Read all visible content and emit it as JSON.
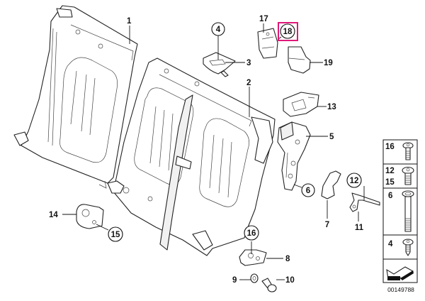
{
  "diagram": {
    "title": "Rear seat backrest frame – exploded parts diagram",
    "highlight_color": "#e0187a",
    "callouts": [
      {
        "id": "1",
        "label": "1",
        "circled": false,
        "highlighted": false
      },
      {
        "id": "2",
        "label": "2",
        "circled": false,
        "highlighted": false
      },
      {
        "id": "3",
        "label": "3",
        "circled": false,
        "highlighted": false
      },
      {
        "id": "4",
        "label": "4",
        "circled": true,
        "highlighted": false
      },
      {
        "id": "5",
        "label": "5",
        "circled": false,
        "highlighted": false
      },
      {
        "id": "6",
        "label": "6",
        "circled": true,
        "highlighted": false
      },
      {
        "id": "7",
        "label": "7",
        "circled": false,
        "highlighted": false
      },
      {
        "id": "8",
        "label": "8",
        "circled": false,
        "highlighted": false
      },
      {
        "id": "9",
        "label": "9",
        "circled": false,
        "highlighted": false
      },
      {
        "id": "10",
        "label": "10",
        "circled": false,
        "highlighted": false
      },
      {
        "id": "11",
        "label": "11",
        "circled": false,
        "highlighted": false
      },
      {
        "id": "12",
        "label": "12",
        "circled": true,
        "highlighted": false
      },
      {
        "id": "13",
        "label": "13",
        "circled": false,
        "highlighted": false
      },
      {
        "id": "14",
        "label": "14",
        "circled": false,
        "highlighted": false
      },
      {
        "id": "15",
        "label": "15",
        "circled": true,
        "highlighted": false
      },
      {
        "id": "16",
        "label": "16",
        "circled": true,
        "highlighted": false
      },
      {
        "id": "17",
        "label": "17",
        "circled": false,
        "highlighted": false
      },
      {
        "id": "18",
        "label": "18",
        "circled": true,
        "highlighted": true
      },
      {
        "id": "19",
        "label": "19",
        "circled": false,
        "highlighted": false
      }
    ],
    "fastener_legend": [
      {
        "labels": [
          "16"
        ],
        "icon": "torx-button-screw-icon"
      },
      {
        "labels": [
          "12",
          "15"
        ],
        "icon": "torx-flange-screw-icon"
      },
      {
        "labels": [
          "6"
        ],
        "icon": "countersunk-bolt-icon"
      },
      {
        "labels": [
          "4"
        ],
        "icon": "self-tapping-screw-icon"
      }
    ],
    "direction_icon": "forward-direction-arrow-icon",
    "document_number": "00149788"
  }
}
